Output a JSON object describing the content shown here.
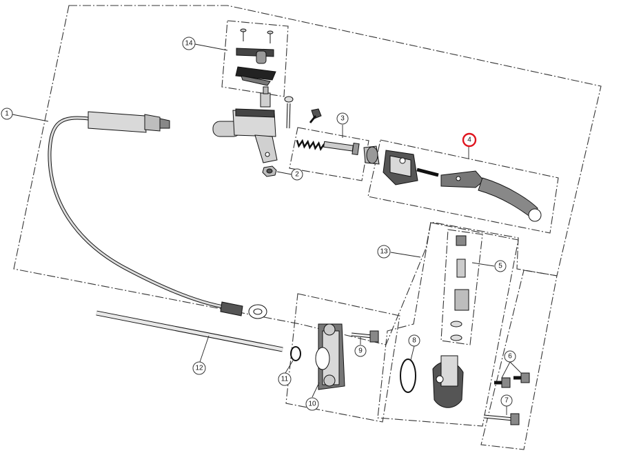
{
  "diagram": {
    "callouts": [
      {
        "id": "1",
        "label": "1"
      },
      {
        "id": "2",
        "label": "2"
      },
      {
        "id": "3",
        "label": "3"
      },
      {
        "id": "4",
        "label": "4",
        "highlighted": true
      },
      {
        "id": "5",
        "label": "5"
      },
      {
        "id": "6",
        "label": "6"
      },
      {
        "id": "7",
        "label": "7"
      },
      {
        "id": "8",
        "label": "8"
      },
      {
        "id": "9",
        "label": "9"
      },
      {
        "id": "10",
        "label": "10"
      },
      {
        "id": "11",
        "label": "11"
      },
      {
        "id": "12",
        "label": "12"
      },
      {
        "id": "13",
        "label": "13"
      },
      {
        "id": "14",
        "label": "14"
      }
    ],
    "colors": {
      "line": "#111111",
      "part_fill": "#d9d9d9",
      "part_dark": "#555555",
      "highlight": "#e0141e"
    }
  }
}
